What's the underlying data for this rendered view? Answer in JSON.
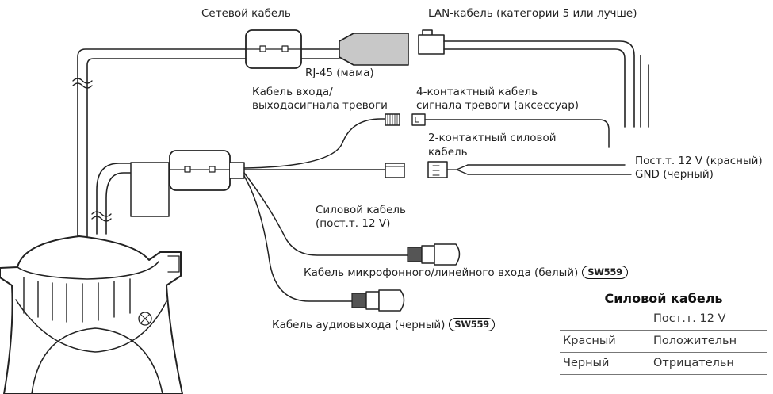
{
  "labels": {
    "network_cable": "Сетевой кабель",
    "lan_cable": "LAN-кабель (категории 5 или лучше)",
    "rj45": "RJ-45 (мама)",
    "alarm_io_1": "Кабель входа/",
    "alarm_io_2": "выходасигнала тревоги",
    "alarm4_1": "4-контактный кабель",
    "alarm4_2": "сигнала тревоги (аксессуар)",
    "power2_1": "2-контактный силовой",
    "power2_2": "кабель",
    "dc_red": "Пост.т. 12 V (красный)",
    "gnd_black": "GND (черный)",
    "power_cable_1": "Силовой кабель",
    "power_cable_2": "(пост.т. 12 V)",
    "mic_cable": "Кабель микрофонного/линейного входа (белый)",
    "audio_out": "Кабель аудиовыхода (черный)",
    "model_badge": "SW559"
  },
  "table": {
    "title": "Силовой кабель",
    "header": [
      "",
      "Пост.т. 12 V"
    ],
    "rows": [
      [
        "Красный",
        "Положительн"
      ],
      [
        "Черный",
        "Отрицательн"
      ]
    ]
  }
}
